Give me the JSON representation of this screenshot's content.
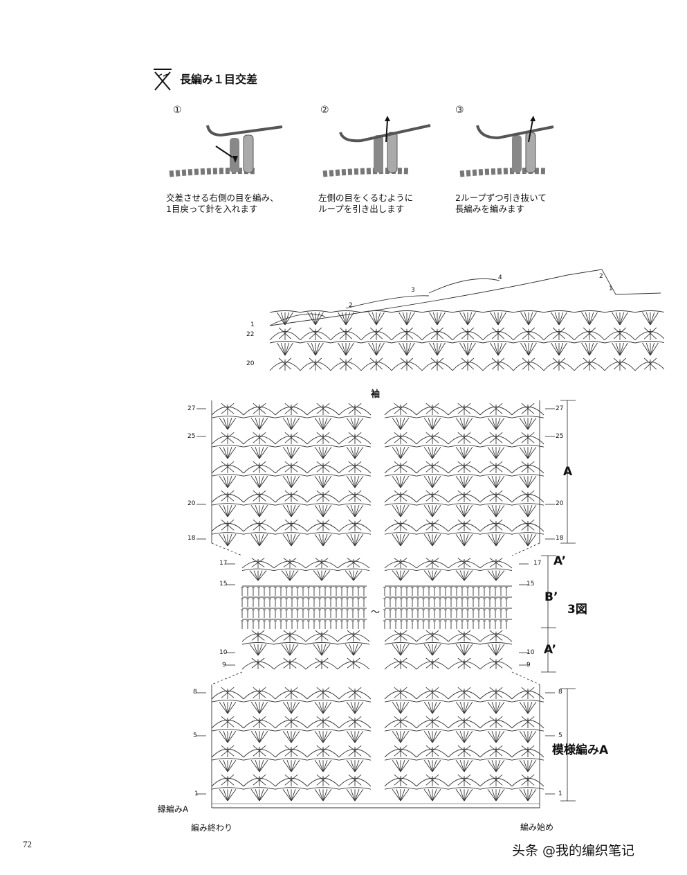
{
  "header": {
    "title": "長編み１目交差"
  },
  "steps": [
    {
      "num": "①",
      "lines": [
        "交差させる右側の目を編み、",
        "1目戻って針を入れます"
      ]
    },
    {
      "num": "②",
      "lines": [
        "左側の目をくるむように",
        "ループを引き出します"
      ]
    },
    {
      "num": "③",
      "lines": [
        "2ループずつ引き抜いて",
        "長編みを編みます"
      ]
    }
  ],
  "yoke_chart": {
    "row_labels_left": [
      "1",
      "22",
      "20"
    ],
    "row_labels_top": [
      "2",
      "3",
      "4",
      "2",
      "1"
    ]
  },
  "sleeve_chart": {
    "title": "袖",
    "rows_left": [
      "27",
      "25",
      "20",
      "18",
      "17",
      "15",
      "10",
      "9",
      "8",
      "5",
      "1"
    ],
    "rows_right": [
      "27",
      "25",
      "20",
      "18",
      "17",
      "15",
      "10",
      "9",
      "8",
      "5",
      "1"
    ],
    "section_A": "A",
    "section_A1": "A’",
    "section_B1": "B’",
    "section_A2": "A’",
    "figure_label": "3図",
    "pattern_label": "模様編みA",
    "edge_label": "縁編みA",
    "end_label": "編み終わり",
    "start_label": "編み始め",
    "wave": "～"
  },
  "footer": {
    "page_number": "72",
    "watermark": "头条 @我的编织笔记"
  }
}
